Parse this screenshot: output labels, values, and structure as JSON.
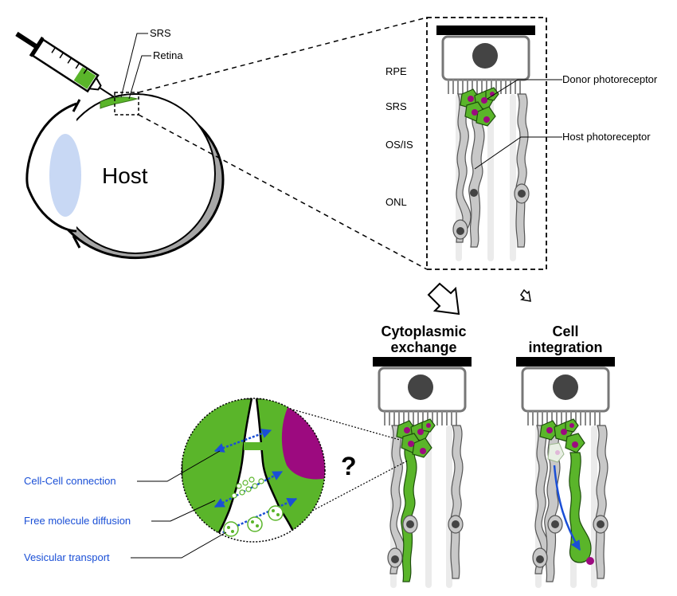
{
  "colors": {
    "green": "#5ab52a",
    "magenta": "#9c0a7f",
    "grey": "#c8c8c8",
    "dark_grey": "#555555",
    "blue": "#1a4fd6",
    "lens": "#c8d8f4"
  },
  "injection": {
    "srs_label": "SRS",
    "retina_label": "Retina",
    "host_label": "Host"
  },
  "inset": {
    "layers": [
      "RPE",
      "SRS",
      "OS/IS",
      "ONL"
    ],
    "donor_label": "Donor photoreceptor",
    "host_pr_label": "Host photoreceptor"
  },
  "outcomes": {
    "cytoplasmic": {
      "line1": "Cytoplasmic",
      "line2": "exchange"
    },
    "integration": {
      "line1": "Cell",
      "line2": "integration"
    }
  },
  "mechanisms": {
    "question": "?",
    "items": [
      "Cell-Cell connection",
      "Free molecule diffusion",
      "Vesicular transport"
    ]
  }
}
